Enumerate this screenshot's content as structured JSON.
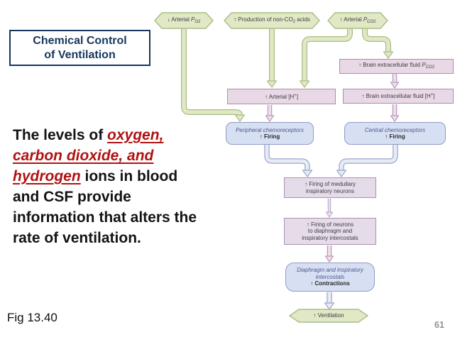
{
  "slide": {
    "title_line1": "Chemical Control",
    "title_line2": "of Ventilation",
    "body": {
      "l1_black": "The levels of ",
      "l1_red": "oxygen,",
      "l2_red": "carbon dioxide, and",
      "l3_red": "hydrogen",
      "l3_black": " ions in blood",
      "l4": "and CSF provide",
      "l5": "information that alters the",
      "l6": "rate of ventilation.",
      "plain_text": "The levels of oxygen, carbon dioxide, and hydrogen ions in blood and CSF provide information that alters the rate of ventilation."
    },
    "caption": "Fig 13.40",
    "page_number": "61"
  },
  "diagram": {
    "nodes": {
      "arterial_po2": {
        "pre": "↓ Arterial ",
        "p": "P",
        "sub": "O2"
      },
      "non_co2_acids": {
        "pre": "↑ Production of non-CO",
        "sub": "2",
        "post": " acids"
      },
      "arterial_pco2": {
        "pre": "↑ Arterial ",
        "p": "P",
        "sub": "CO2"
      },
      "brain_ecf_pco2": {
        "pre": "↑ Brain extracellular fluid ",
        "p": "P",
        "sub": "CO2"
      },
      "arterial_h": {
        "pre": "↑ Arterial [H",
        "sup": "+",
        "post": "]"
      },
      "brain_ecf_h": {
        "pre": "↑ Brain extracellular fluid [H",
        "sup": "+",
        "post": "]"
      },
      "peripheral_chemoreceptors": {
        "line1": "Peripheral chemoreceptors",
        "line2": "↑ Firing"
      },
      "central_chemoreceptors": {
        "line1": "Central chemoreceptors",
        "line2": "↑ Firing"
      },
      "medullary_neurons": {
        "line1": "↑ Firing of medullary",
        "line2": "inspiratory neurons"
      },
      "spinal_neurons": {
        "line1": "↑ Firing of neurons",
        "line2": "to diaphragm and",
        "line3": "inspiratory intercostals"
      },
      "diaphragm": {
        "line1": "Diaphragm and inspiratory",
        "line2": "intercostals",
        "line3": "↑ Contractions"
      },
      "ventilation": {
        "label": "↑ Ventilation"
      }
    },
    "colors": {
      "title_navy": "#17365d",
      "red_accent": "#b01212",
      "green_fill": "#e0e8c6",
      "green_border": "#a9bd85",
      "pink_fill": "#e9d8e6",
      "pink_border": "#ab8fa9",
      "lavender_fill": "#e6dbe9",
      "lavender_border": "#a793b3",
      "blue_fill": "#d7dff2",
      "blue_border": "#8f9dc6",
      "page_number_gray": "#909090"
    }
  }
}
